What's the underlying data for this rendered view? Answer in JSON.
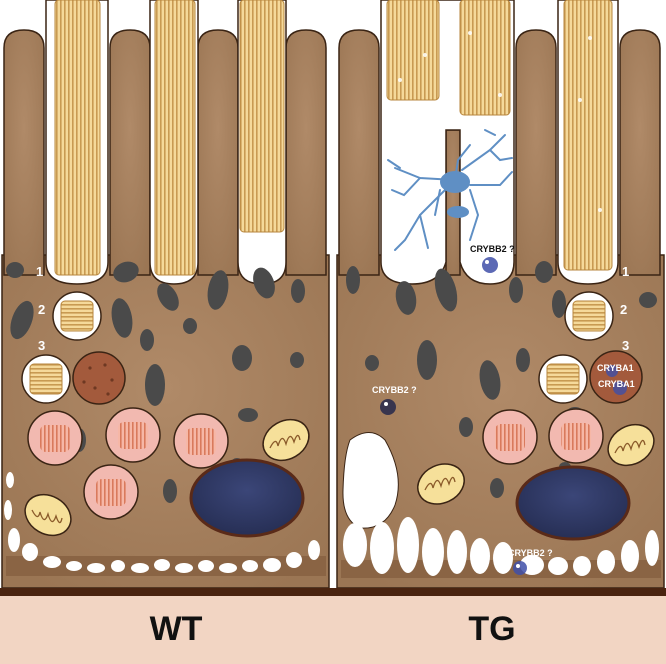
{
  "panels": {
    "left": {
      "label": "WT"
    },
    "right": {
      "label": "TG"
    }
  },
  "markers": {
    "wt": [
      "1",
      "2",
      "3"
    ],
    "tg": [
      "1",
      "2",
      "3"
    ]
  },
  "annotations": {
    "tg_subretinal": "CRYBB2 ?",
    "tg_cytoplasm": "CRYBB2 ?",
    "tg_basal": "CRYBB2 ?",
    "tg_lysosome_1": "CRYBA1",
    "tg_lysosome_2": "CRYBA1"
  },
  "colors": {
    "cell": "#a98462",
    "cell_outline": "#3a2414",
    "cytoplasm_band": "#8a6444",
    "segment": "#f3d592",
    "segment_stripe": "#c89a52",
    "melanosome": "#4a4a4a",
    "phagosome": "#f2b9b0",
    "nucleus": "#2f3a64",
    "mitochondria": "#f6e09a",
    "lysosome": "#a35a3c",
    "vacuole": "#ffffff",
    "microglia": "#5f8fc4",
    "base": "#f2d5c3",
    "bruch": "#4a2410"
  }
}
